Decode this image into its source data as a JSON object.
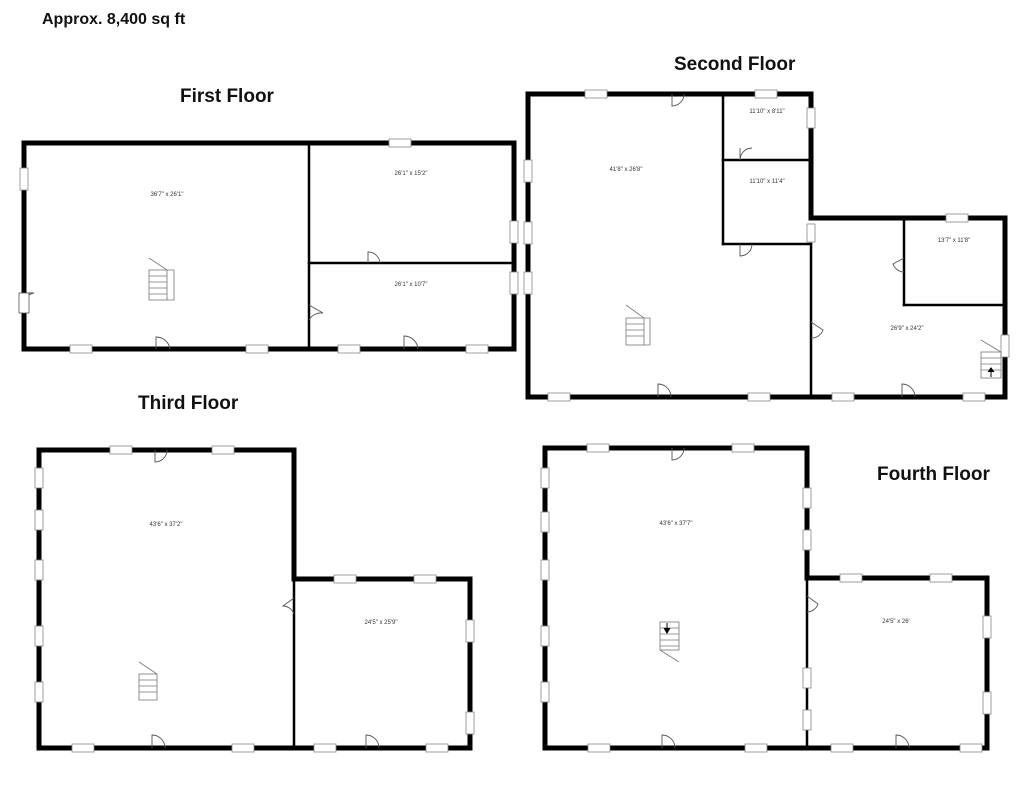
{
  "total_area": "Approx. 8,400 sq ft",
  "floors": {
    "first": {
      "title": "First Floor",
      "rooms": [
        {
          "dim": "36'7\" x 26'1\""
        },
        {
          "dim": "26'1\" x 15'2\""
        },
        {
          "dim": "26'1\" x 10'7\""
        }
      ]
    },
    "second": {
      "title": "Second Floor",
      "rooms": [
        {
          "dim": "41'8\" x 26'8\""
        },
        {
          "dim": "11'10\" x 8'11\""
        },
        {
          "dim": "11'10\" x 11'4\""
        },
        {
          "dim": "13'7\" x 11'8\""
        },
        {
          "dim": "26'9\" x 24'2\""
        }
      ]
    },
    "third": {
      "title": "Third Floor",
      "rooms": [
        {
          "dim": "43'6\" x 37'2\""
        },
        {
          "dim": "24'5\" x 25'9\""
        }
      ]
    },
    "fourth": {
      "title": "Fourth Floor",
      "rooms": [
        {
          "dim": "43'6\" x 37'7\""
        },
        {
          "dim": "24'5\" x 26'"
        }
      ]
    }
  }
}
